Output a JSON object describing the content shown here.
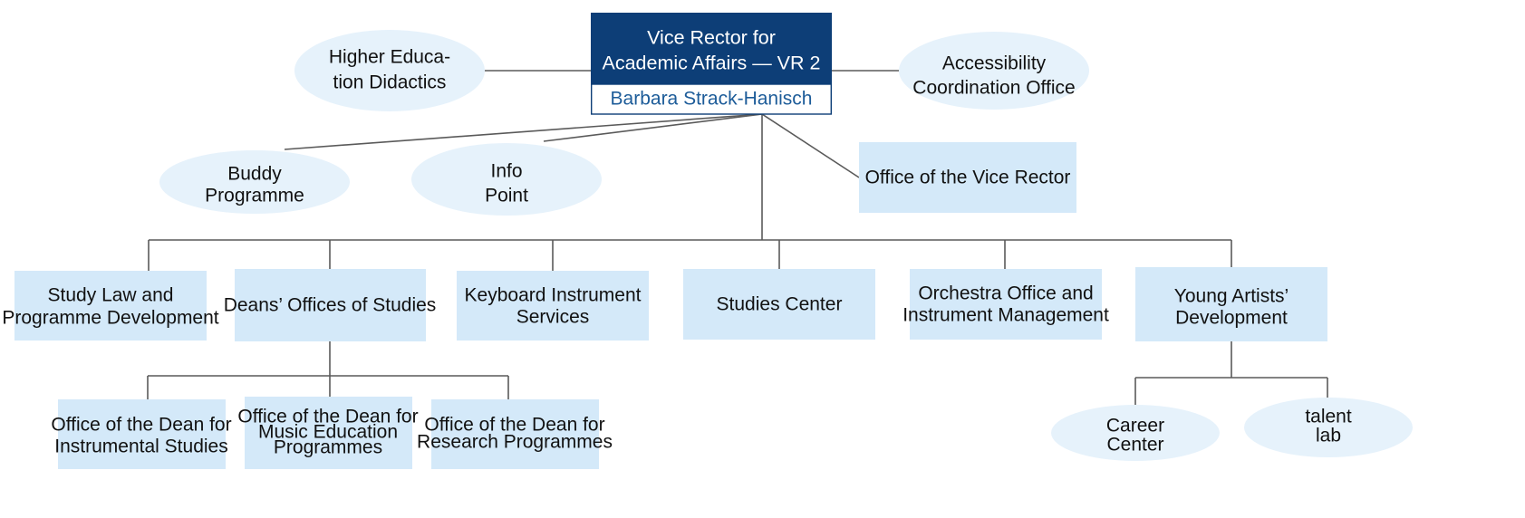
{
  "chart_data": {
    "type": "diagram",
    "title": "Vice Rector for Academic Affairs — VR 2 organisational chart",
    "colors": {
      "root_header_bg": "#0d3e77",
      "root_header_text": "#ffffff",
      "root_body_bg": "#ffffff",
      "root_person_text": "#1d5c99",
      "box_fill": "#d4e9f9",
      "ellipse_fill": "#e6f2fb",
      "edge": "#5a5a5a",
      "node_text": "#111111"
    }
  },
  "root": {
    "title_line1": "Vice Rector for",
    "title_line2": "Academic Affairs — VR 2",
    "person": "Barbara Strack-Hanisch"
  },
  "staff": {
    "left": {
      "line1": "Higher Educa-",
      "line2": "tion Didactics",
      "shape": "ellipse"
    },
    "right": {
      "line1": "Accessibility",
      "line2": "Coordination Office",
      "shape": "ellipse"
    }
  },
  "level2": [
    {
      "line1": "Buddy",
      "line2": "Programme",
      "shape": "ellipse"
    },
    {
      "line1": "Info",
      "line2": "Point",
      "shape": "ellipse"
    },
    {
      "line1": "Office of the Vice Rector",
      "line2": "",
      "shape": "rect"
    }
  ],
  "level3": [
    {
      "line1": "Study Law and",
      "line2": "Programme Development",
      "shape": "rect"
    },
    {
      "line1": "Deans’ Offices of Studies",
      "line2": "",
      "shape": "rect"
    },
    {
      "line1": "Keyboard Instrument",
      "line2": "Services",
      "shape": "rect"
    },
    {
      "line1": "Studies Center",
      "line2": "",
      "shape": "rect"
    },
    {
      "line1": "Orchestra Office and",
      "line2": "Instrument Management",
      "shape": "rect"
    },
    {
      "line1": "Young Artists’",
      "line2": "Development",
      "shape": "rect"
    }
  ],
  "deans_children": [
    {
      "line1": "Office of the Dean for",
      "line2": "Instrumental Studies",
      "line3": "",
      "shape": "rect"
    },
    {
      "line1": "Office of the Dean for",
      "line2": "Music Education",
      "line3": "Programmes",
      "shape": "rect"
    },
    {
      "line1": "Office of the Dean for",
      "line2": "Research Programmes",
      "line3": "",
      "shape": "rect"
    }
  ],
  "young_artists_children": [
    {
      "line1": "Career",
      "line2": "Center",
      "shape": "ellipse"
    },
    {
      "line1": "talent",
      "line2": "lab",
      "shape": "ellipse"
    }
  ]
}
